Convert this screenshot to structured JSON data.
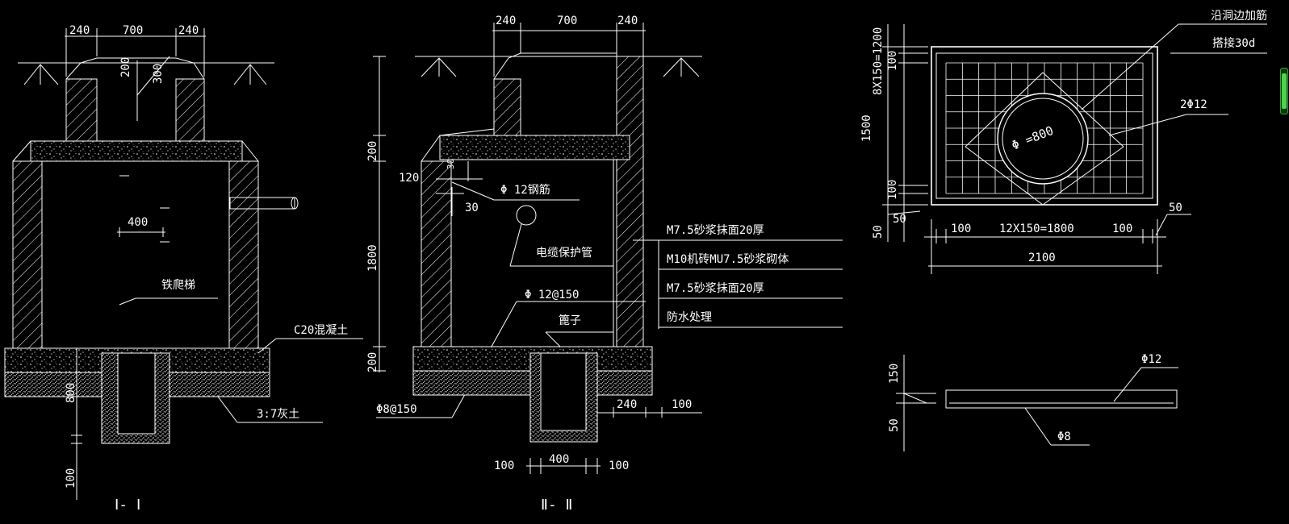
{
  "section_1": {
    "title": "Ⅰ- Ⅰ",
    "dim_top": [
      "240",
      "700",
      "240"
    ],
    "dim_200": "200",
    "dim_300": "300",
    "dim_400": "400",
    "label_ladder": "铁爬梯",
    "label_concrete": "C20混凝土",
    "label_soil": "3:7灰土",
    "dim_800": "800",
    "dim_100": "100"
  },
  "section_2": {
    "title": "Ⅱ- Ⅱ",
    "dim_top": [
      "240",
      "700",
      "240"
    ],
    "dim_v": [
      "200",
      "1800",
      "200"
    ],
    "dim_120": "120",
    "dim_30_small": "30",
    "dim_30": "30",
    "label_rebar": "Φ 12钢筋",
    "label_pipe": "电缆保护管",
    "label_grate": "篦子",
    "label_phi12_150": "Φ 12@150",
    "label_phi8_150": "Φ8@150",
    "dim_240": "240",
    "dim_100_r": "100",
    "dim_bottom": [
      "100",
      "400",
      "100"
    ]
  },
  "legend": [
    "M7.5砂浆抹面20厚",
    "M10机砖MU7.5砂浆砌体",
    "M7.5砂浆抹面20厚",
    "防水处理"
  ],
  "plan": {
    "label_edge_rebar": "沿洞边加筋",
    "label_lap": "搭接30d",
    "label_2phi12": "2Φ12",
    "label_diameter": "Φ =800",
    "dim_v_grid": "8X150=1200",
    "dim_v_100_top": "100",
    "dim_1500": "1500",
    "dim_v_100_bot": "100",
    "dim_50_left": "50",
    "dim_50_h": "50",
    "dim_100_left": "100",
    "dim_h_grid": "12X150=1800",
    "dim_100_right": "100",
    "dim_50_right": "50",
    "dim_2100": "2100"
  },
  "slab": {
    "label_phi12": "Φ12",
    "label_phi8": "Φ8",
    "dim_150": "150",
    "dim_50": "50"
  }
}
